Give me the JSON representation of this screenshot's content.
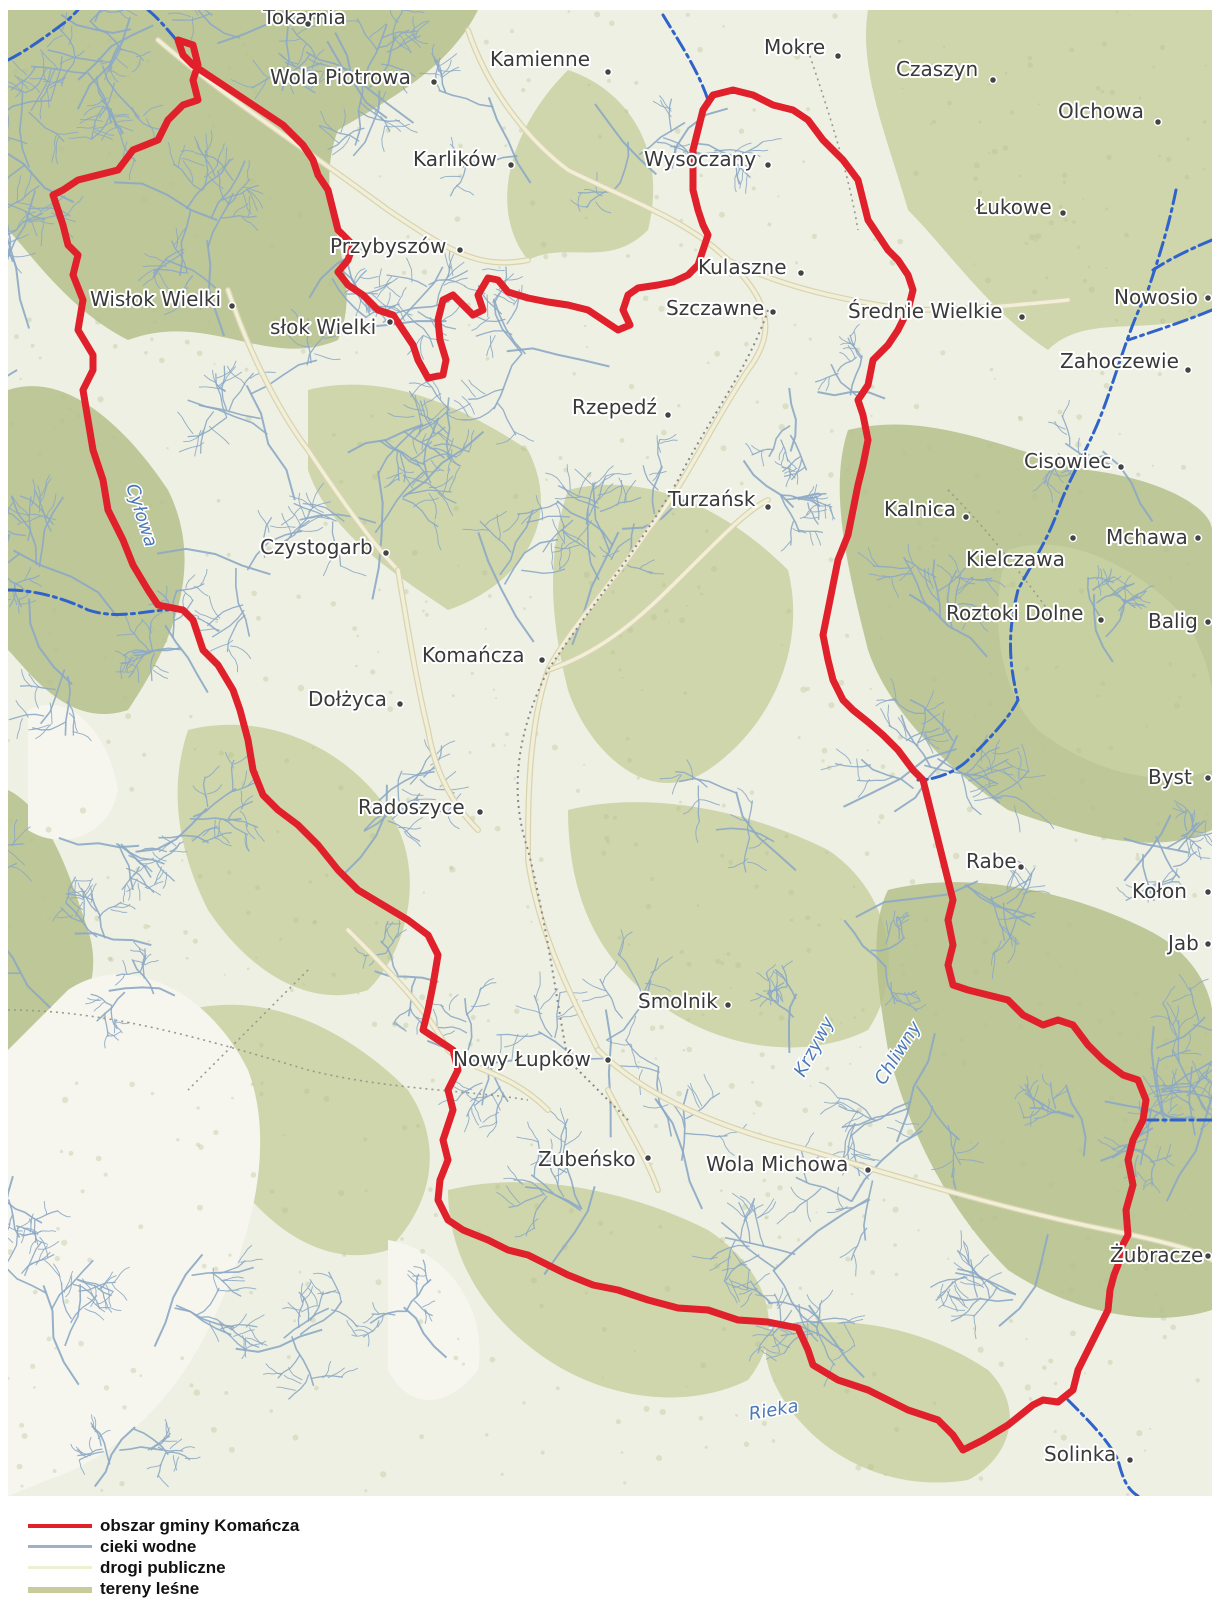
{
  "colors": {
    "background": "#eef0e4",
    "forest": "#c9d1a2",
    "forest_dark": "#b5c08b",
    "open_land": "#f6f6ee",
    "boundary": "#e0202a",
    "stream": "#8ca9c4",
    "river_blue": "#2f63c9",
    "road": "#f2efd8",
    "rail": "#888888",
    "place_text": "#3a3a3a"
  },
  "places": [
    {
      "id": "tokarnia",
      "label": "Tokarnia"
    },
    {
      "id": "wola-piotrowa",
      "label": "Wola Piotrowa"
    },
    {
      "id": "kamienne",
      "label": "Kamienne"
    },
    {
      "id": "mokre",
      "label": "Mokre"
    },
    {
      "id": "czaszyn",
      "label": "Czaszyn"
    },
    {
      "id": "olchowa",
      "label": "Olchowa"
    },
    {
      "id": "karlikow",
      "label": "Karlików"
    },
    {
      "id": "wysoczany",
      "label": "Wysoczany"
    },
    {
      "id": "lukowe",
      "label": "Łukowe"
    },
    {
      "id": "przybyszow",
      "label": "Przybyszów"
    },
    {
      "id": "kulaszne",
      "label": "Kulaszne"
    },
    {
      "id": "wislok-wielki",
      "label": "Wisłok Wielki"
    },
    {
      "id": "wislok-wielki-2",
      "label": "słok Wielki"
    },
    {
      "id": "szczawne",
      "label": "Szczawne"
    },
    {
      "id": "srednie-wielkie",
      "label": "Średnie Wielkie"
    },
    {
      "id": "nowosiolki",
      "label": "Nowosio"
    },
    {
      "id": "zahoczewie",
      "label": "Zahoczewie"
    },
    {
      "id": "rzepedz",
      "label": "Rzepedź"
    },
    {
      "id": "cisowiec",
      "label": "Cisowiec"
    },
    {
      "id": "turzansk",
      "label": "Turzańsk"
    },
    {
      "id": "kalnica",
      "label": "Kalnica"
    },
    {
      "id": "mchawa",
      "label": "Mchawa"
    },
    {
      "id": "czystogarb",
      "label": "Czystogarb"
    },
    {
      "id": "kielczawa",
      "label": "Kielczawa"
    },
    {
      "id": "roztoki-dolne",
      "label": "Roztoki Dolne"
    },
    {
      "id": "baligrod",
      "label": "Balig"
    },
    {
      "id": "komancza",
      "label": "Komańcza"
    },
    {
      "id": "dolzyca",
      "label": "Dołżyca"
    },
    {
      "id": "bystre",
      "label": "Byst"
    },
    {
      "id": "radoszyce",
      "label": "Radoszyce"
    },
    {
      "id": "rabe",
      "label": "Rabe"
    },
    {
      "id": "kolonice",
      "label": "Kołon"
    },
    {
      "id": "jablonki",
      "label": "Jab"
    },
    {
      "id": "smolnik",
      "label": "Smolnik"
    },
    {
      "id": "nowy-lupkow",
      "label": "Nowy Łupków"
    },
    {
      "id": "zubensko",
      "label": "Zubeńsko"
    },
    {
      "id": "wola-michowa",
      "label": "Wola Michowa"
    },
    {
      "id": "zubracze",
      "label": "Żubracze"
    },
    {
      "id": "solinka",
      "label": "Solinka"
    }
  ],
  "rivers": [
    {
      "id": "cylowa",
      "label": "Cyłowa"
    },
    {
      "id": "krzywy",
      "label": "Krzywy"
    },
    {
      "id": "chliwny",
      "label": "Chliwny"
    },
    {
      "id": "rieka",
      "label": "Rieka"
    }
  ],
  "legend": [
    {
      "id": "boundary",
      "label": "obszar gminy Komańcza",
      "color": "#e0202a"
    },
    {
      "id": "streams",
      "label": "cieki wodne",
      "color": "#9fb0c2"
    },
    {
      "id": "roads",
      "label": "drogi publiczne",
      "color": "#eef0d2"
    },
    {
      "id": "forest",
      "label": "tereny leśne",
      "color": "#c9cc9a"
    }
  ]
}
